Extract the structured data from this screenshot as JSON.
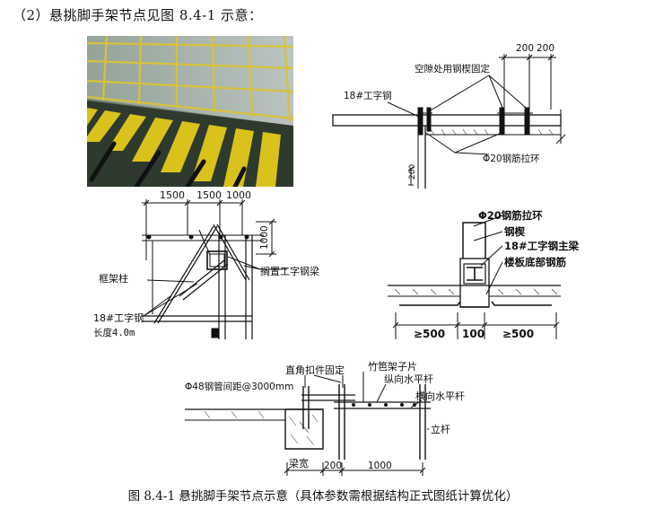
{
  "heading": "（2）悬挑脚手架节点见图 8.4-1 示意：",
  "caption": "图 8.4-1  悬挑脚手架节点示意（具体参数需根据结构正式图纸计算优化）",
  "fig1": {
    "dim_a": "200",
    "dim_b": "200",
    "label_gap": "空隙处用钢楔固定",
    "label_beam": "18#工字钢",
    "label_ring": "Φ20钢筋拉环",
    "dim_side": "200"
  },
  "fig2": {
    "dim_1": "1500",
    "dim_2": "1500",
    "dim_3": "1000",
    "dim_v": "1000",
    "label_column": "框架柱",
    "label_beam": "18#工字钢",
    "label_length": "长度4.0m",
    "label_skew": "搁置工字钢梁"
  },
  "fig3": {
    "label_ring": "Φ20钢筋拉环",
    "label_wedge": "钢楔",
    "label_main": "18#工字钢主梁",
    "label_rebar": "楼板底部钢筋",
    "dim_left": "≥500",
    "dim_mid": "100",
    "dim_right": "≥500"
  },
  "fig4": {
    "label_clamp": "直角扣件固定",
    "label_pipe": "Φ48钢管间距@3000mm",
    "label_bamboo": "竹笆架子片",
    "label_long": "纵向水平杆",
    "label_trans": "横向水平杆",
    "label_post": "立杆",
    "label_beamwidth": "梁宽",
    "dim_a": "200",
    "dim_b": "1000"
  }
}
